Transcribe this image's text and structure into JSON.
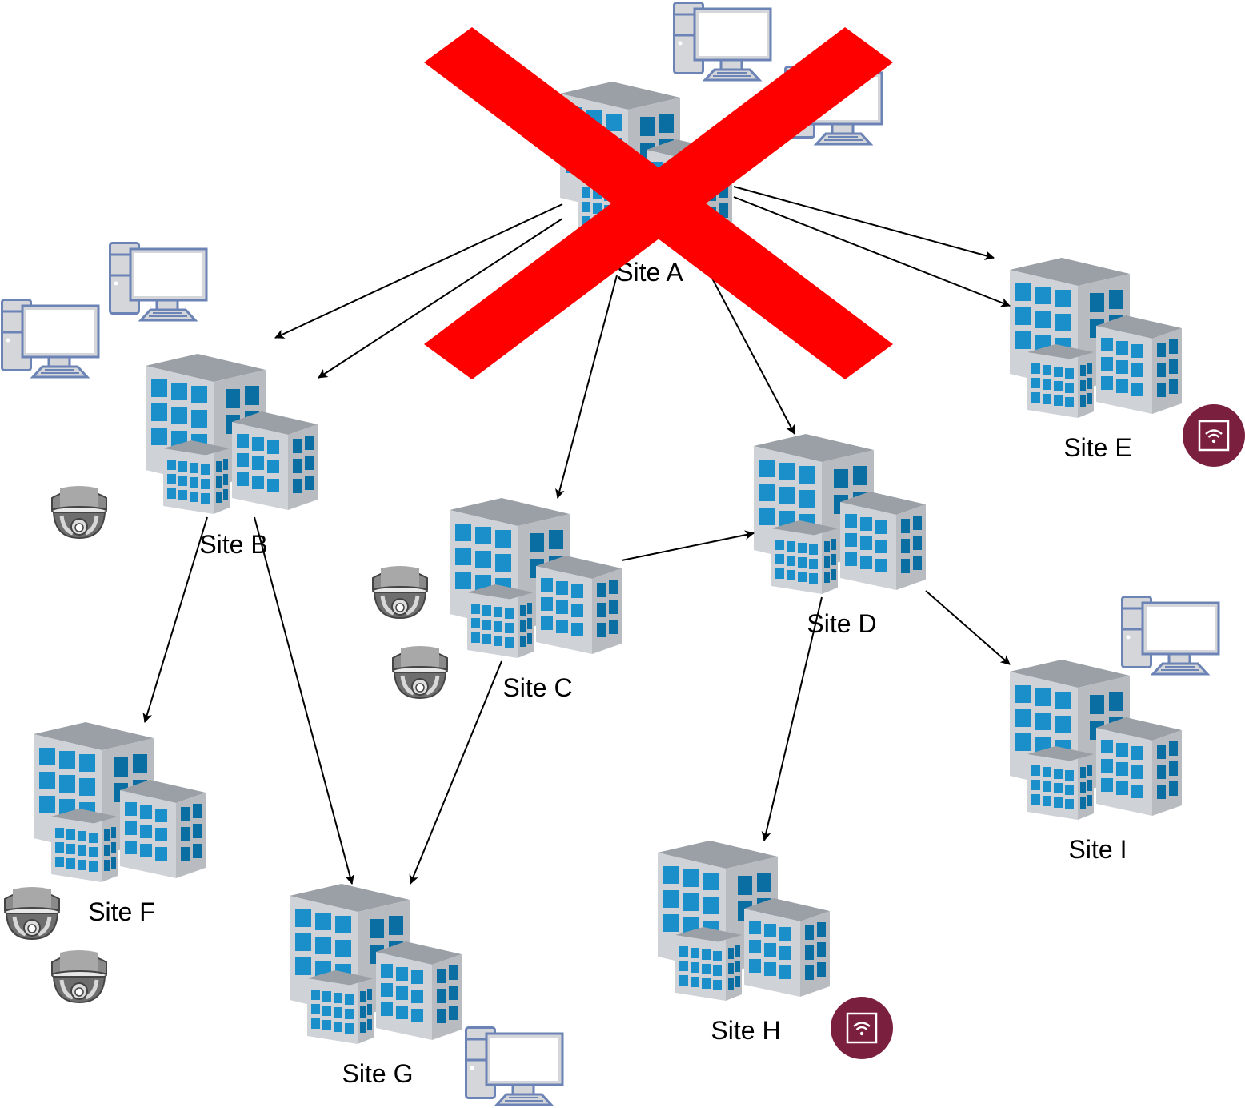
{
  "diagram": {
    "title": "Multi-site network with Site A failure",
    "failed_site": "A",
    "colors": {
      "failure_cross": "#ff0000",
      "wifi_badge": "#7a1f3d",
      "building_light": "#cfd3d7",
      "building_side": "#b8bcc1",
      "building_roof": "#9aa0a6",
      "window_light": "#1a8fc9",
      "window_dark": "#0b6ea3",
      "computer_outline": "#6b83b5",
      "computer_fill": "#d4d6d9",
      "camera_body": "#7d7d7d",
      "edge": "#000000"
    },
    "sites": [
      {
        "id": "A",
        "label": "Site A",
        "status": "failed"
      },
      {
        "id": "B",
        "label": "Site B",
        "status": "ok"
      },
      {
        "id": "C",
        "label": "Site C",
        "status": "ok"
      },
      {
        "id": "D",
        "label": "Site D",
        "status": "ok"
      },
      {
        "id": "E",
        "label": "Site E",
        "status": "ok"
      },
      {
        "id": "F",
        "label": "Site F",
        "status": "ok"
      },
      {
        "id": "G",
        "label": "Site G",
        "status": "ok"
      },
      {
        "id": "H",
        "label": "Site H",
        "status": "ok"
      },
      {
        "id": "I",
        "label": "Site I",
        "status": "ok"
      }
    ],
    "edges": [
      {
        "from": "A",
        "to": "B"
      },
      {
        "from": "A",
        "to": "B"
      },
      {
        "from": "A",
        "to": "C"
      },
      {
        "from": "A",
        "to": "D"
      },
      {
        "from": "A",
        "to": "E"
      },
      {
        "from": "A",
        "to": "E"
      },
      {
        "from": "B",
        "to": "F"
      },
      {
        "from": "B",
        "to": "G"
      },
      {
        "from": "C",
        "to": "G"
      },
      {
        "from": "C",
        "to": "D"
      },
      {
        "from": "D",
        "to": "H"
      },
      {
        "from": "D",
        "to": "I"
      }
    ],
    "devices": [
      {
        "type": "computer",
        "site": "A",
        "count": 2
      },
      {
        "type": "computer",
        "site": "B",
        "count": 2
      },
      {
        "type": "camera",
        "site": "B",
        "count": 1
      },
      {
        "type": "camera",
        "site": "C",
        "count": 2
      },
      {
        "type": "wifi",
        "site": "E",
        "count": 1
      },
      {
        "type": "camera",
        "site": "F",
        "count": 2
      },
      {
        "type": "computer",
        "site": "G",
        "count": 1
      },
      {
        "type": "wifi",
        "site": "H",
        "count": 1
      },
      {
        "type": "computer",
        "site": "I",
        "count": 1
      }
    ]
  }
}
